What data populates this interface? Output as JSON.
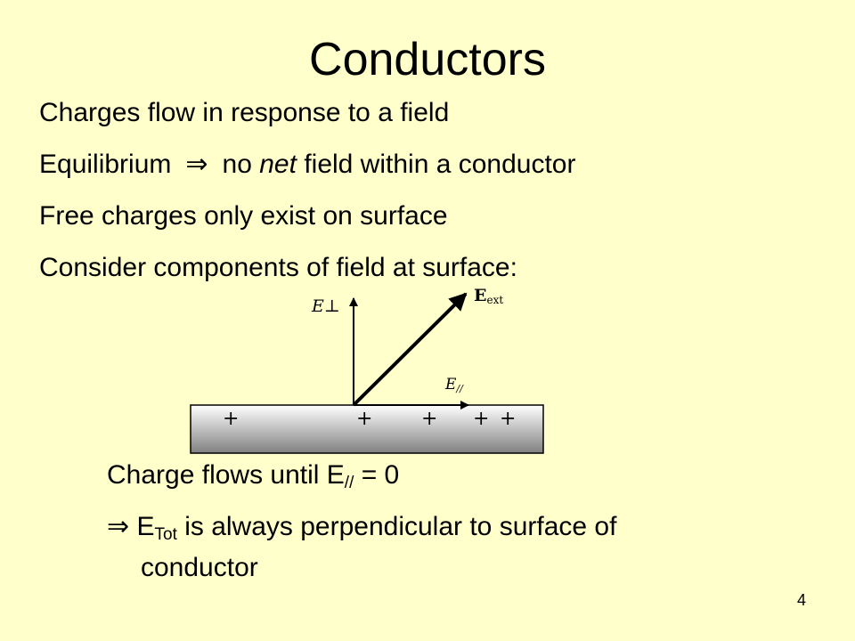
{
  "slide": {
    "title": "Conductors",
    "page_number": "4"
  },
  "bullets": {
    "b1": "Charges flow in response to a field",
    "b2_prefix": "Equilibrium",
    "b2_symbol": "⇒",
    "b2_mid": "no",
    "b2_italic": "net",
    "b2_suffix": "field within a conductor",
    "b3": "Free charges only exist on surface",
    "b4": "Consider components of field at surface:"
  },
  "diagram": {
    "e_perp_base": "E",
    "e_perp_symbol": "⊥",
    "e_ext_base": "E",
    "e_ext_sub": "ext",
    "e_par_base": "E",
    "e_par_sub": "//",
    "charges": [
      "+",
      "+",
      "+",
      "+",
      "+"
    ]
  },
  "conclusions": {
    "c1_prefix": "Charge flows until E",
    "c1_sub": "//",
    "c1_suffix": " = 0",
    "c2_symbol": "⇒",
    "c2_base": "E",
    "c2_sub": "Tot",
    "c2_suffix": " is always perpendicular to surface of",
    "c2_cont": "conductor"
  }
}
